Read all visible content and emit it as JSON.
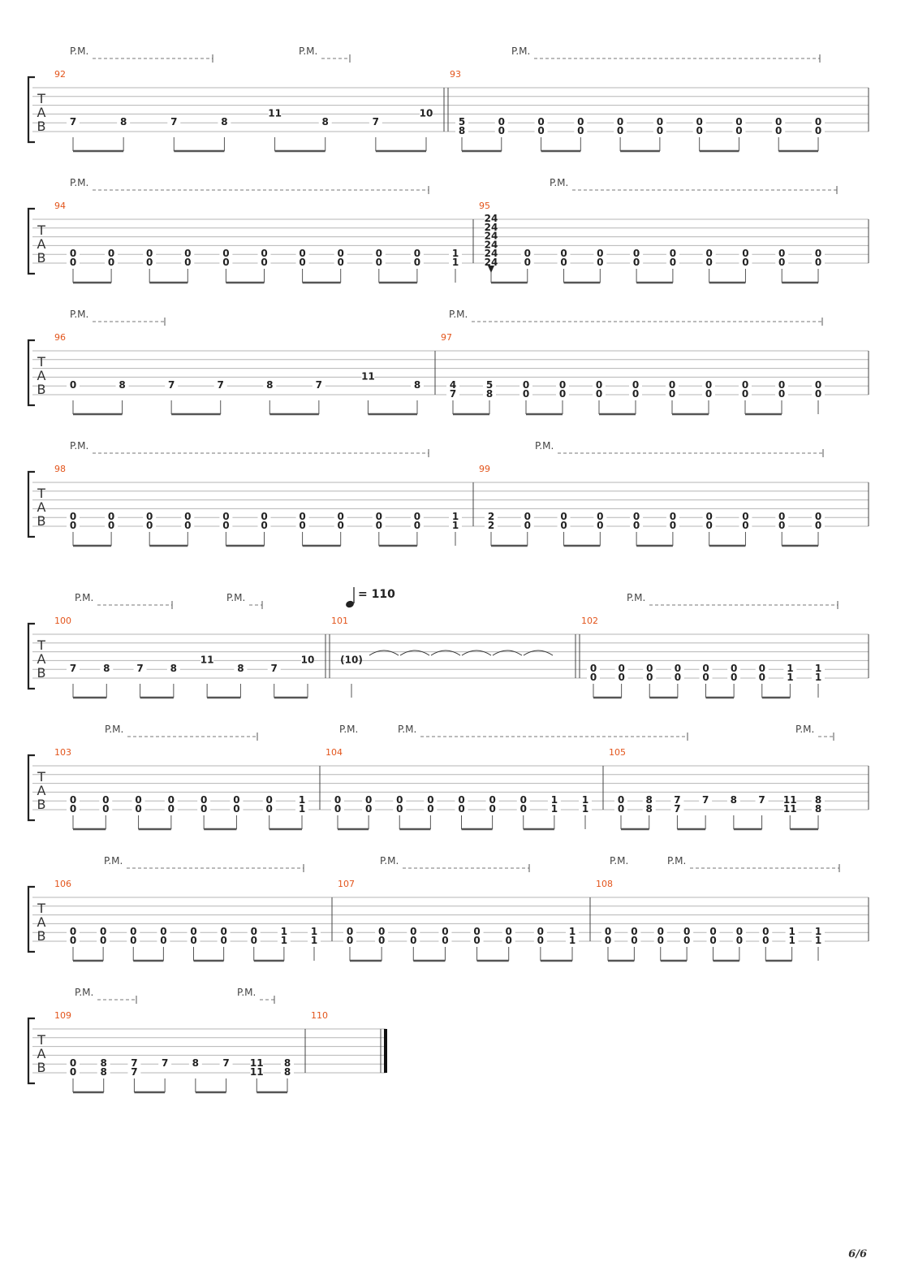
{
  "page_number": "6/6",
  "tempo": "= 110",
  "pm_label": "P.M.",
  "tab_letters": [
    "T",
    "A",
    "B"
  ],
  "systems": [
    {
      "measures": [
        {
          "number": "92",
          "pm": true,
          "notes": [
            [
              "7"
            ],
            [
              "8"
            ],
            [
              "7"
            ],
            [
              "8"
            ],
            [
              "11"
            ],
            [
              "8"
            ],
            [
              "7"
            ],
            [
              "10"
            ]
          ]
        },
        {
          "number": "93",
          "pm": true,
          "notes": [
            [
              "5",
              "8"
            ],
            [
              "0",
              "0"
            ],
            [
              "0",
              "0"
            ],
            [
              "0",
              "0"
            ],
            [
              "0",
              "0"
            ],
            [
              "0",
              "0"
            ],
            [
              "0",
              "0"
            ],
            [
              "0",
              "0"
            ],
            [
              "0",
              "0"
            ],
            [
              "0",
              "0"
            ]
          ]
        }
      ]
    },
    {
      "measures": [
        {
          "number": "94",
          "pm": true,
          "notes": [
            [
              "0",
              "0"
            ],
            [
              "0",
              "0"
            ],
            [
              "0",
              "0"
            ],
            [
              "0",
              "0"
            ],
            [
              "0",
              "0"
            ],
            [
              "0",
              "0"
            ],
            [
              "0",
              "0"
            ],
            [
              "0",
              "0"
            ],
            [
              "0",
              "0"
            ],
            [
              "0",
              "0"
            ],
            [
              "1",
              "1"
            ]
          ]
        },
        {
          "number": "95",
          "pm": true,
          "notes": [
            [
              "24",
              "24",
              "24",
              "24",
              "24",
              "24"
            ],
            [
              "0",
              "0"
            ],
            [
              "0",
              "0"
            ],
            [
              "0",
              "0"
            ],
            [
              "0",
              "0"
            ],
            [
              "0",
              "0"
            ],
            [
              "0",
              "0"
            ],
            [
              "0",
              "0"
            ],
            [
              "0",
              "0"
            ],
            [
              "0",
              "0"
            ]
          ]
        }
      ]
    },
    {
      "measures": [
        {
          "number": "96",
          "pm": true,
          "notes": [
            [
              "0"
            ],
            [
              "8"
            ],
            [
              "7"
            ],
            [
              "7"
            ],
            [
              "8"
            ],
            [
              "7"
            ],
            [
              "11"
            ],
            [
              "8"
            ]
          ]
        },
        {
          "number": "97",
          "pm": true,
          "notes": [
            [
              "4",
              "7"
            ],
            [
              "5",
              "8"
            ],
            [
              "0",
              "0"
            ],
            [
              "0",
              "0"
            ],
            [
              "0",
              "0"
            ],
            [
              "0",
              "0"
            ],
            [
              "0",
              "0"
            ],
            [
              "0",
              "0"
            ],
            [
              "0",
              "0"
            ],
            [
              "0",
              "0"
            ],
            [
              "0",
              "0"
            ]
          ]
        }
      ]
    },
    {
      "measures": [
        {
          "number": "98",
          "pm": true,
          "notes": [
            [
              "0",
              "0"
            ],
            [
              "0",
              "0"
            ],
            [
              "0",
              "0"
            ],
            [
              "0",
              "0"
            ],
            [
              "0",
              "0"
            ],
            [
              "0",
              "0"
            ],
            [
              "0",
              "0"
            ],
            [
              "0",
              "0"
            ],
            [
              "0",
              "0"
            ],
            [
              "0",
              "0"
            ],
            [
              "1",
              "1"
            ]
          ]
        },
        {
          "number": "99",
          "pm": true,
          "notes": [
            [
              "2",
              "2"
            ],
            [
              "0",
              "0"
            ],
            [
              "0",
              "0"
            ],
            [
              "0",
              "0"
            ],
            [
              "0",
              "0"
            ],
            [
              "0",
              "0"
            ],
            [
              "0",
              "0"
            ],
            [
              "0",
              "0"
            ],
            [
              "0",
              "0"
            ],
            [
              "0",
              "0"
            ]
          ]
        }
      ]
    },
    {
      "measures": [
        {
          "number": "100",
          "pm": true,
          "notes": [
            [
              "7"
            ],
            [
              "8"
            ],
            [
              "7"
            ],
            [
              "8"
            ],
            [
              "11"
            ],
            [
              "8"
            ],
            [
              "7"
            ],
            [
              "10"
            ]
          ]
        },
        {
          "number": "101",
          "pm": false,
          "notes": [
            [
              "(10)"
            ]
          ]
        },
        {
          "number": "102",
          "pm": true,
          "notes": [
            [
              "0",
              "0"
            ],
            [
              "0",
              "0"
            ],
            [
              "0",
              "0"
            ],
            [
              "0",
              "0"
            ],
            [
              "0",
              "0"
            ],
            [
              "0",
              "0"
            ],
            [
              "0",
              "0"
            ],
            [
              "1",
              "1"
            ],
            [
              "1",
              "1"
            ]
          ]
        }
      ]
    },
    {
      "measures": [
        {
          "number": "103",
          "pm": true,
          "notes": [
            [
              "0",
              "0"
            ],
            [
              "0",
              "0"
            ],
            [
              "0",
              "0"
            ],
            [
              "0",
              "0"
            ],
            [
              "0",
              "0"
            ],
            [
              "0",
              "0"
            ],
            [
              "0",
              "0"
            ],
            [
              "1",
              "1"
            ]
          ]
        },
        {
          "number": "104",
          "pm": true,
          "notes": [
            [
              "0",
              "0"
            ],
            [
              "0",
              "0"
            ],
            [
              "0",
              "0"
            ],
            [
              "0",
              "0"
            ],
            [
              "0",
              "0"
            ],
            [
              "0",
              "0"
            ],
            [
              "0",
              "0"
            ],
            [
              "1",
              "1"
            ],
            [
              "1",
              "1"
            ]
          ]
        },
        {
          "number": "105",
          "pm": true,
          "notes": [
            [
              "0",
              "0"
            ],
            [
              "8",
              "8"
            ],
            [
              "7",
              "7"
            ],
            [
              "7"
            ],
            [
              "8"
            ],
            [
              "7"
            ],
            [
              "11",
              "11"
            ],
            [
              "8",
              "8"
            ]
          ]
        }
      ]
    },
    {
      "measures": [
        {
          "number": "106",
          "pm": true,
          "notes": [
            [
              "0",
              "0"
            ],
            [
              "0",
              "0"
            ],
            [
              "0",
              "0"
            ],
            [
              "0",
              "0"
            ],
            [
              "0",
              "0"
            ],
            [
              "0",
              "0"
            ],
            [
              "0",
              "0"
            ],
            [
              "1",
              "1"
            ],
            [
              "1",
              "1"
            ]
          ]
        },
        {
          "number": "107",
          "pm": true,
          "notes": [
            [
              "0",
              "0"
            ],
            [
              "0",
              "0"
            ],
            [
              "0",
              "0"
            ],
            [
              "0",
              "0"
            ],
            [
              "0",
              "0"
            ],
            [
              "0",
              "0"
            ],
            [
              "0",
              "0"
            ],
            [
              "1",
              "1"
            ]
          ]
        },
        {
          "number": "108",
          "pm": true,
          "notes": [
            [
              "0",
              "0"
            ],
            [
              "0",
              "0"
            ],
            [
              "0",
              "0"
            ],
            [
              "0",
              "0"
            ],
            [
              "0",
              "0"
            ],
            [
              "0",
              "0"
            ],
            [
              "0",
              "0"
            ],
            [
              "1",
              "1"
            ],
            [
              "1",
              "1"
            ]
          ]
        }
      ]
    },
    {
      "measures": [
        {
          "number": "109",
          "pm": true,
          "notes": [
            [
              "0",
              "0"
            ],
            [
              "8",
              "8"
            ],
            [
              "7",
              "7"
            ],
            [
              "7"
            ],
            [
              "8"
            ],
            [
              "7"
            ],
            [
              "11",
              "11"
            ],
            [
              "8",
              "8"
            ]
          ]
        },
        {
          "number": "110",
          "pm": false,
          "notes": []
        }
      ]
    }
  ]
}
